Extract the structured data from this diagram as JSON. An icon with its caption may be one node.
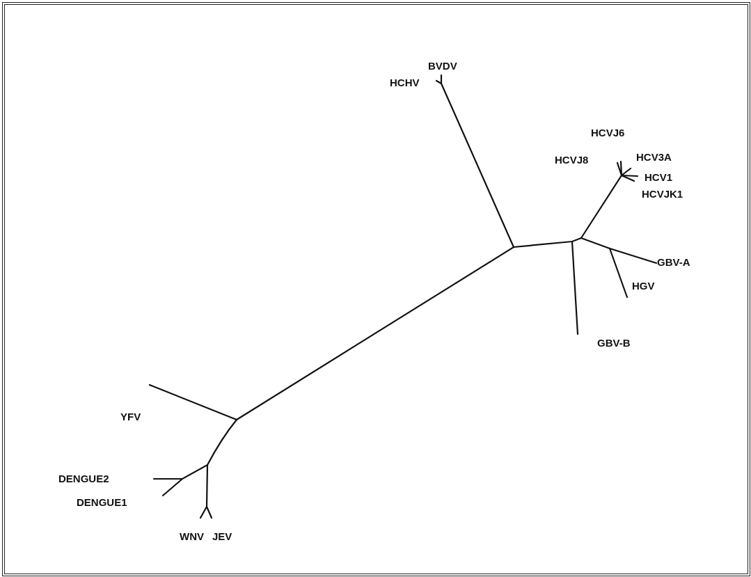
{
  "diagram": {
    "labels": [
      "BVDV",
      "HCHV",
      "HCVJ6",
      "HCVJ8",
      "HCV3A",
      "HCV1",
      "HCVJK1",
      "GBV-A",
      "HGV",
      "GBV-B",
      "YFV",
      "DENGUE2",
      "DENGUE1",
      "WNV",
      "JEV"
    ]
  }
}
